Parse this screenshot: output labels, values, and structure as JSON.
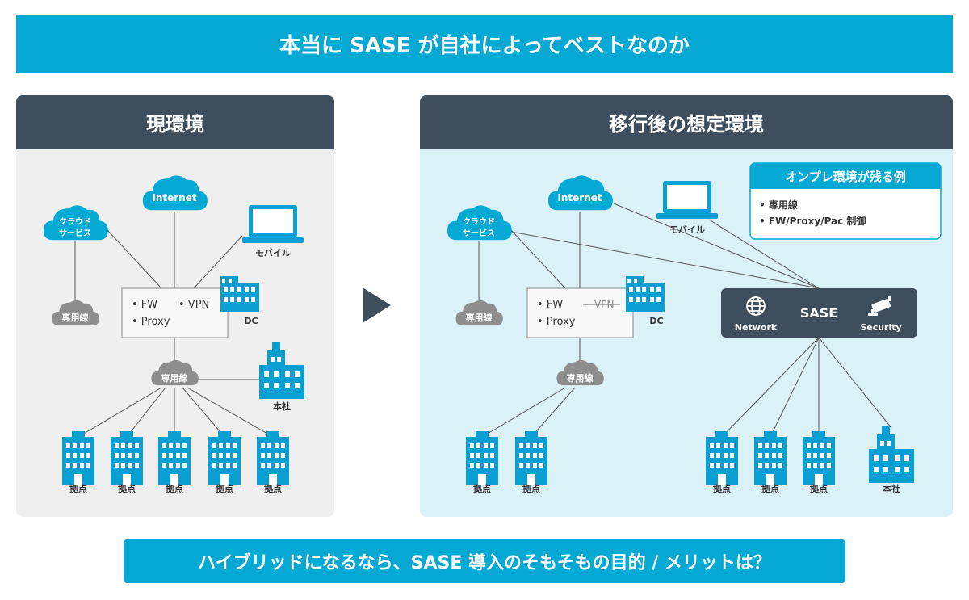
{
  "title": "本当に SASE が自社によってベストなのか",
  "left": {
    "heading": "現環境",
    "internet": "Internet",
    "cloud_line1": "クラウド",
    "cloud_line2": "サービス",
    "mobile": "モバイル",
    "leased1": "専用線",
    "leased2": "専用線",
    "fw": "• FW",
    "vpn": "• VPN",
    "proxy": "• Proxy",
    "dc": "DC",
    "hq": "本社",
    "branches": [
      "拠点",
      "拠点",
      "拠点",
      "拠点",
      "拠点"
    ]
  },
  "right": {
    "heading": "移行後の想定環境",
    "internet": "Internet",
    "cloud_line1": "クラウド",
    "cloud_line2": "サービス",
    "mobile": "モバイル",
    "leased1": "専用線",
    "leased2": "専用線",
    "fw": "• FW",
    "vpn": "VPN",
    "proxy": "• Proxy",
    "dc": "DC",
    "sase": "SASE",
    "network": "Network",
    "security": "Security",
    "hq": "本社",
    "branches": [
      "拠点",
      "拠点",
      "拠点",
      "拠点",
      "拠点"
    ],
    "onprem_title": "オンプレ環境が残る例",
    "onprem_items": [
      "• 専用線",
      "• FW/Proxy/Pac 制御"
    ]
  },
  "bottom": "ハイブリッドになるなら、SASE 導入のそもそもの目的 / メリットは？",
  "colors": {
    "accent": "#06a8d4",
    "dark": "#3e4e5c",
    "cloud_gray": "#8e8e8e",
    "icon_blue": "#0a9fd2"
  }
}
